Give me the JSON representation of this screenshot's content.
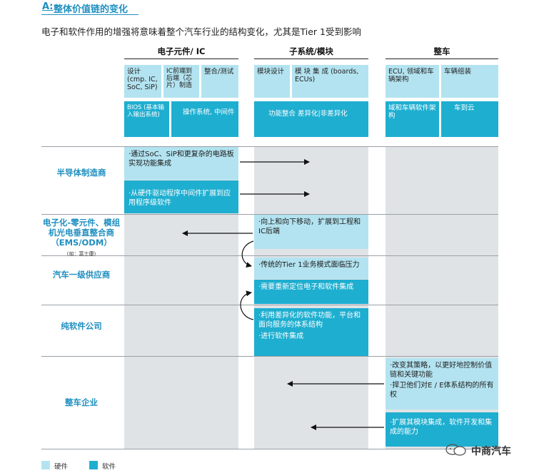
{
  "header": {
    "prefix": "A:",
    "title": "整体价值链的变化",
    "subtitle": "电子和软件作用的增强将意味着整个汽车行业的结构变化，尤其是Tier 1受到影响"
  },
  "columns": {
    "electronics": "电子元件/ IC",
    "subsystems": "子系统/模块",
    "vehicle": "整车"
  },
  "top_boxes": {
    "design": "设计 (cmp. IC, SoC, SiP)",
    "ic_backend": "IC前端到后端（芯片）制造",
    "integration_test": "整合/测试",
    "module_design": "模块设计",
    "module_integration": "模 块 集 成 (boards, ECUs)",
    "ecu_domain": "ECU, 领域和车辆架构",
    "vehicle_assembly": "车辆组装",
    "bios": "BIOS (基本输入输出系统)",
    "os_middleware": "操作系统, 中间件",
    "function_integration": "功能整合 差异化|非差异化",
    "domain_software": "域和车辆软件架构",
    "car_to_cloud": "车到云"
  },
  "rows": [
    {
      "label": "半导体制造商"
    },
    {
      "label": "电子化-零元件、模组机光电垂直整合商（EMS/ODM）",
      "sublabel": "(如：富士康)"
    },
    {
      "label": "汽车一级供应商"
    },
    {
      "label": "纯软件公司"
    },
    {
      "label": "整车企业"
    }
  ],
  "notes": {
    "semi_1": "·通过SoC、SiP和更复杂的电路板实现功能集成",
    "semi_2": "·从硬件驱动程序中间件扩展到应用程序级软件",
    "ems_1": "·向上和向下移动，扩展到工程和IC后端",
    "tier1_1": "·传统的Tier 1业务模式面临压力",
    "tier1_2": "·需要重新定位电子和软件集成",
    "sw_1": "·利用差异化的软件功能，平台和面向服务的体系结构",
    "sw_2": "·进行软件集成",
    "oem_1": "·改变其策略，以更好地控制价值链和关键功能",
    "oem_2": "·捍卫他们对E / E体系结构的所有权",
    "oem_3": "·扩展其模块集成，软件开发和集成的能力"
  },
  "legend": {
    "hardware": "硬件",
    "software": "软件"
  },
  "watermark": "中商汽车",
  "colors": {
    "accent": "#1f8fc0",
    "hardware": "#b3e3f0",
    "software": "#1eaed0",
    "lane": "#e0e3e6"
  }
}
